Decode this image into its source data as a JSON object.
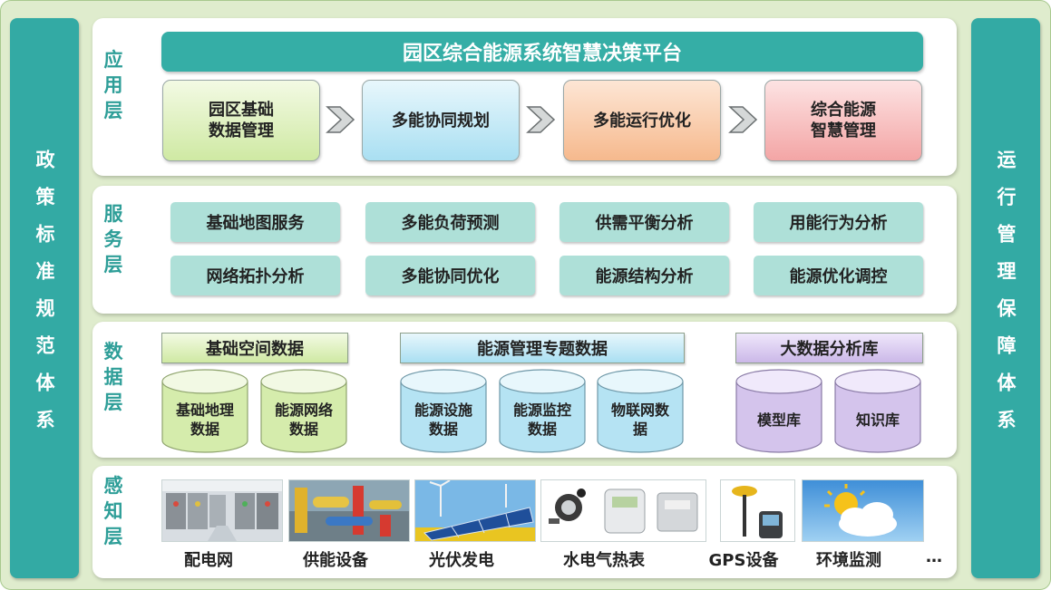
{
  "side": {
    "left": [
      "政",
      "策",
      "标",
      "准",
      "规",
      "范",
      "体",
      "系"
    ],
    "right": [
      "运",
      "行",
      "管",
      "理",
      "保",
      "障",
      "体",
      "系"
    ]
  },
  "layers": {
    "app": "应用层",
    "service": "服务层",
    "data": "数据层",
    "sense": "感知层"
  },
  "app": {
    "title": "园区综合能源系统智慧决策平台",
    "boxes": [
      [
        "园区基础",
        "数据管理"
      ],
      [
        "多能协同规划"
      ],
      [
        "多能运行优化"
      ],
      [
        "综合能源",
        "智慧管理"
      ]
    ]
  },
  "service": {
    "row1": [
      "基础地图服务",
      "多能负荷预测",
      "供需平衡分析",
      "用能行为分析"
    ],
    "row2": [
      "网络拓扑分析",
      "多能协同优化",
      "能源结构分析",
      "能源优化调控"
    ]
  },
  "data": {
    "groups": [
      {
        "title": "基础空间数据",
        "items": [
          [
            "基础地理",
            "数据"
          ],
          [
            "能源网络",
            "数据"
          ]
        ]
      },
      {
        "title": "能源管理专题数据",
        "items": [
          [
            "能源设施",
            "数据"
          ],
          [
            "能源监控",
            "数据"
          ],
          [
            "物联网数",
            "据"
          ]
        ]
      },
      {
        "title": "大数据分析库",
        "items": [
          [
            "模型库"
          ],
          [
            "知识库"
          ]
        ]
      }
    ]
  },
  "sense": {
    "captions": [
      "配电网",
      "供能设备",
      "光伏发电",
      "水电气热表",
      "GPS设备",
      "环境监测",
      "…"
    ],
    "icons": [
      "distribution-room-photo",
      "energy-equipment-photo",
      "solar-panel-photo",
      "meters-photo",
      "gps-device-photo",
      "weather-sun-cloud-icon"
    ]
  },
  "colors": {
    "teal": "#33aaa4",
    "green": "#cfe9a3",
    "blue": "#a9dff2",
    "orange": "#f6b98d",
    "pink": "#f3a5a5",
    "purple": "#cbb8e8",
    "service": "#aee0d8",
    "background": "#dfeccd"
  }
}
